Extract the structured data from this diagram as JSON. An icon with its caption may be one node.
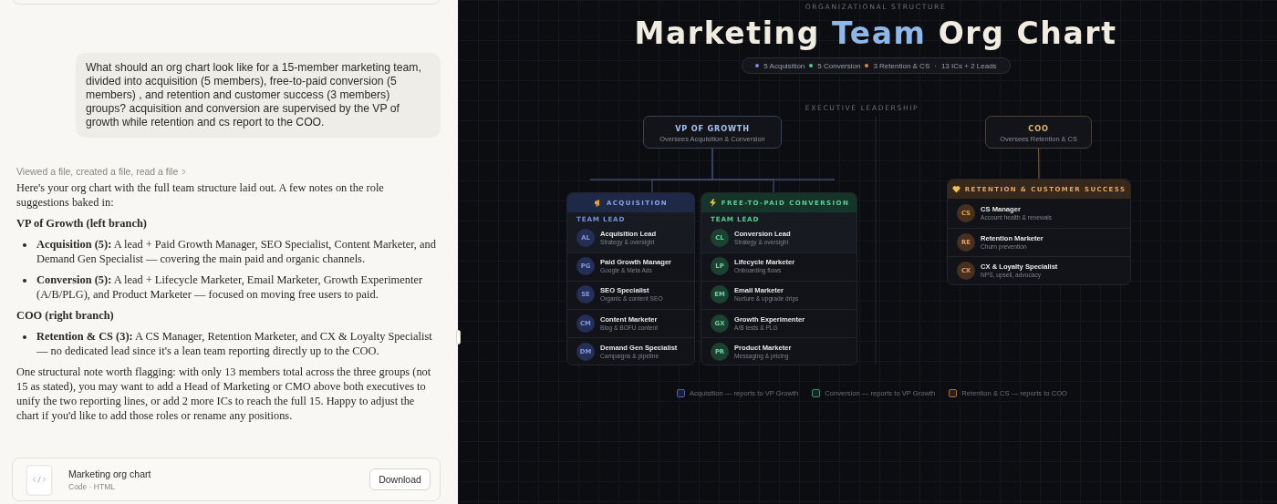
{
  "diagram": {
    "title": "Marketing *Team* Org Chart",
    "nodes": [
      {
        "text": [
          "VP OF GROWTH",
          "Oversees Acquisition & Conversion"
        ]
      },
      {
        "text": [
          "COO",
          "Oversees Retention & CS"
        ]
      },
      {
        "text": [
          "ACQUISITION",
          "TEAM LEAD"
        ]
      },
      {
        "text": [
          "AL"
        ],
        "in": 2,
        "beside": [
          "Acquisition Lead",
          "Strategy & oversight"
        ]
      },
      {
        "text": [
          "PG"
        ],
        "in": 2,
        "beside": [
          "Paid Growth Manager",
          "Google & Meta Ads"
        ]
      },
      {
        "text": [
          "SE"
        ],
        "in": 2,
        "beside": [
          "SEO Specialist",
          "Organic & content SEO"
        ]
      },
      {
        "text": [
          "CM"
        ],
        "in": 2,
        "beside": [
          "Content Marketer",
          "Blog & BOFU content"
        ]
      },
      {
        "text": [
          "DM"
        ],
        "in": 2,
        "beside": [
          "Demand Gen Specialist",
          "Campaigns & pipeline"
        ]
      },
      {
        "text": [
          "FREE-TO-PAID CONVERSION",
          "TEAM LEAD"
        ]
      },
      {
        "text": [
          "CL"
        ],
        "in": 8,
        "beside": [
          "Conversion Lead",
          "Strategy & oversight"
        ]
      },
      {
        "text": [
          "LP"
        ],
        "in": 8,
        "beside": [
          "Lifecycle Marketer",
          "Onboarding flows"
        ]
      },
      {
        "text": [
          "EM"
        ],
        "in": 8,
        "beside": [
          "Email Marketer",
          "Nurture & upgrade drips"
        ]
      },
      {
        "text": [
          "GX"
        ],
        "in": 8,
        "beside": [
          "Growth Experimenter",
          "A/B tests & PLG"
        ]
      },
      {
        "text": [
          "PR"
        ],
        "in": 8,
        "beside": [
          "Product Marketer",
          "Messaging & pricing"
        ]
      },
      {
        "text": [
          "RETENTION & CUSTOMER SUCCESS"
        ]
      },
      {
        "text": [
          "CS"
        ],
        "in": 14,
        "beside": [
          "CS Manager",
          "Account health & renewals"
        ]
      },
      {
        "text": [
          "RE"
        ],
        "in": 14,
        "beside": [
          "Retention Marketer",
          "Churn prevention"
        ]
      },
      {
        "text": [
          "CX"
        ],
        "in": 14,
        "beside": [
          "CX & Loyalty Specialist",
          "NPS, upsell, advocacy"
        ]
      }
    ],
    "edges": [
      {
        "from": 0,
        "to": 2,
        "arrow": "none"
      },
      {
        "from": 0,
        "to": 8,
        "arrow": "none"
      },
      {
        "from": 1,
        "to": 14,
        "arrow": "none",
        "color": "#6b5238"
      }
    ],
    "labels": [
      "What should an org chart look like for a 15-member marketing team, divided into acquisition (5 members), free-to-paid conversion (5 members) , and retention and customer success (3 members) groups? acquisition and conversion are supervised by the VP of growth while retention and cs report to the COO.",
      "Viewed a file, created a file, read a file",
      "Here's your org chart with the full team structure laid out. A few notes on the role suggestions baked in:",
      "VP of Growth (left branch)",
      "**Acquisition (5):** A lead + Paid Growth Manager, SEO Specialist, Content Marketer, and Demand Gen Specialist — covering the main paid and organic channels.",
      "**Conversion (5):** A lead + Lifecycle Marketer, Email Marketer, Growth Experimenter (A/B/PLG), and Product Marketer — focused on moving free users to paid.",
      "COO (right branch)",
      "**Retention & CS (3):** A CS Manager, Retention Marketer, and CX & Loyalty Specialist — no dedicated lead since it's a lean team reporting directly up to the COO.",
      "One structural note worth flagging: with only 13 members total across the three groups (not 15 as stated), you may want to add a Head of Marketing or CMO above both executives to unify the two reporting lines, or add 2 more ICs to reach the full 15. Happy to adjust the chart if you'd like to add those roles or rename any positions.",
      "Marketing org chart",
      "Code · HTML",
      "Download",
      "ORGANIZATIONAL STRUCTURE",
      "5 Acquisition",
      "5 Conversion",
      "3 Retention & CS",
      "·",
      "13 ICs + 2 Leads",
      "EXECUTIVE LEADERSHIP"
    ],
    "legend": [
      {
        "text": "Acquisition — reports to VP Growth",
        "color": "#4a62b0"
      },
      {
        "text": "Conversion — reports to VP Growth",
        "color": "#3f8a6e"
      },
      {
        "text": "Retention & CS — reports to COO",
        "color": "#a8703f"
      }
    ]
  }
}
